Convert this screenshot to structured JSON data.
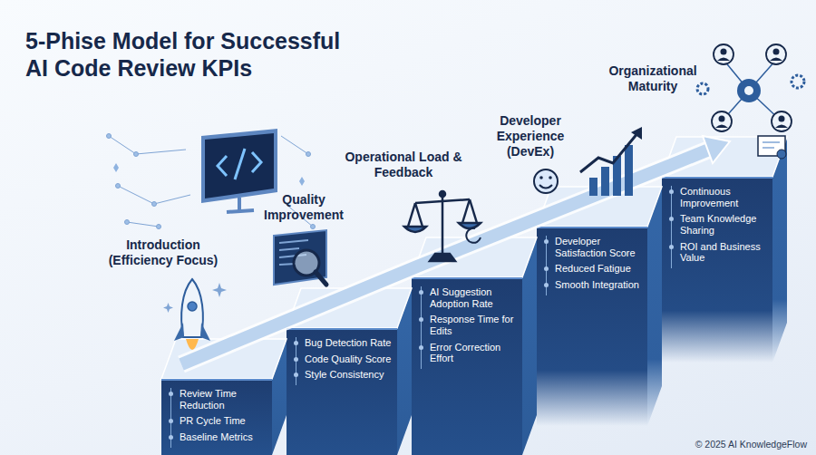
{
  "diagram": {
    "title": "5-Phise Model for Successful AI Code Review KPIs",
    "nodes": [
      {
        "text": [
          "Introduction (Efficiency Focus)",
          "Review Time Reduction",
          "PR Cycle Time",
          "Baseline Metrics"
        ]
      },
      {
        "text": [
          "Quality Improvement",
          "Bug Detection Rate",
          "Code Quality Score",
          "Style Consistency"
        ]
      },
      {
        "text": [
          "Operational Load & Feedback",
          "AI Suggestion Adoption Rate",
          "Response Time for Edits",
          "Error Correction Effort"
        ]
      },
      {
        "text": [
          "Developer Experience (DevEx)",
          "Developer Satisfaction Score",
          "Reduced Fatigue",
          "Smooth Integration"
        ]
      },
      {
        "text": [
          "Organizational Maturity",
          "Continuous Improvement",
          "Team Knowledge Sharing",
          "ROI and Business Value"
        ]
      }
    ],
    "labels": [
      "© 2025 AI KnowledgeFlow"
    ]
  }
}
